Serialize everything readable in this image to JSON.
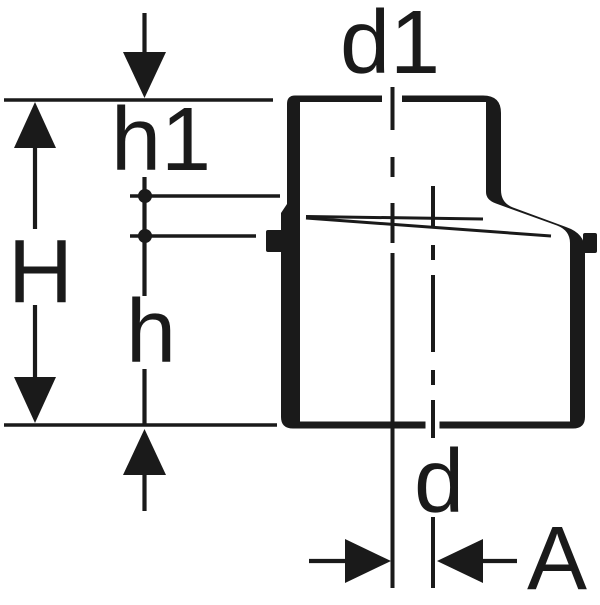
{
  "page": {
    "background": "#ffffff",
    "ink": "#1a1a1a",
    "description_labels_visible": [
      "d1",
      "h1",
      "H",
      "h",
      "d",
      "A"
    ]
  },
  "dimension_labels": {
    "top_outlet_diameter": "d1",
    "upper_height": "h1",
    "total_height": "H",
    "lower_height": "h",
    "bottom_inlet_diameter": "d",
    "axis_offset": "A"
  }
}
